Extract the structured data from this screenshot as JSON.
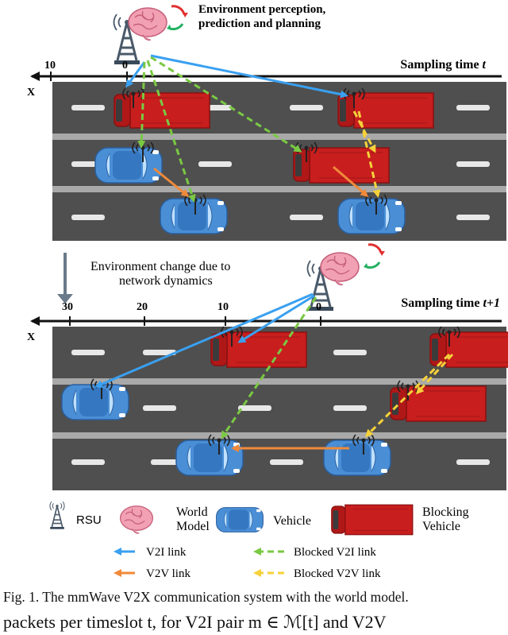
{
  "panel_top": {
    "brain_label_line1": "Environment perception,",
    "brain_label_line2": "prediction and planning",
    "sampling_label": "Sampling time t",
    "axis_letter": "X",
    "ticks": [
      "10",
      "0"
    ]
  },
  "transition_label_line1": "Environment change due to",
  "transition_label_line2": "network dynamics",
  "panel_bottom": {
    "sampling_label": "Sampling time t+1",
    "axis_letter": "X",
    "ticks": [
      "30",
      "20",
      "10",
      "0"
    ]
  },
  "legend": {
    "rsu": "RSU",
    "world_model_line1": "World",
    "world_model_line2": "Model",
    "vehicle": "Vehicle",
    "blocking_line1": "Blocking",
    "blocking_line2": "Vehicle",
    "v2i": "V2I link",
    "v2v": "V2V link",
    "blocked_v2i": "Blocked V2I link",
    "blocked_v2v": "Blocked V2V link"
  },
  "caption": "Fig. 1.  The mmWave V2X communication system with the world model.",
  "body_text": "packets per timeslot t, for V2I pair m ∈ ℳ[t] and V2V",
  "colors": {
    "road": "#4f4f4f",
    "lane_mark": "#e8e8e8",
    "truck": "#c81e1e",
    "car": "#4a8fd6",
    "v2i": "#3aa0f0",
    "v2v": "#f08a3a",
    "blocked_v2i": "#7ac943",
    "blocked_v2v": "#f5d23a"
  }
}
